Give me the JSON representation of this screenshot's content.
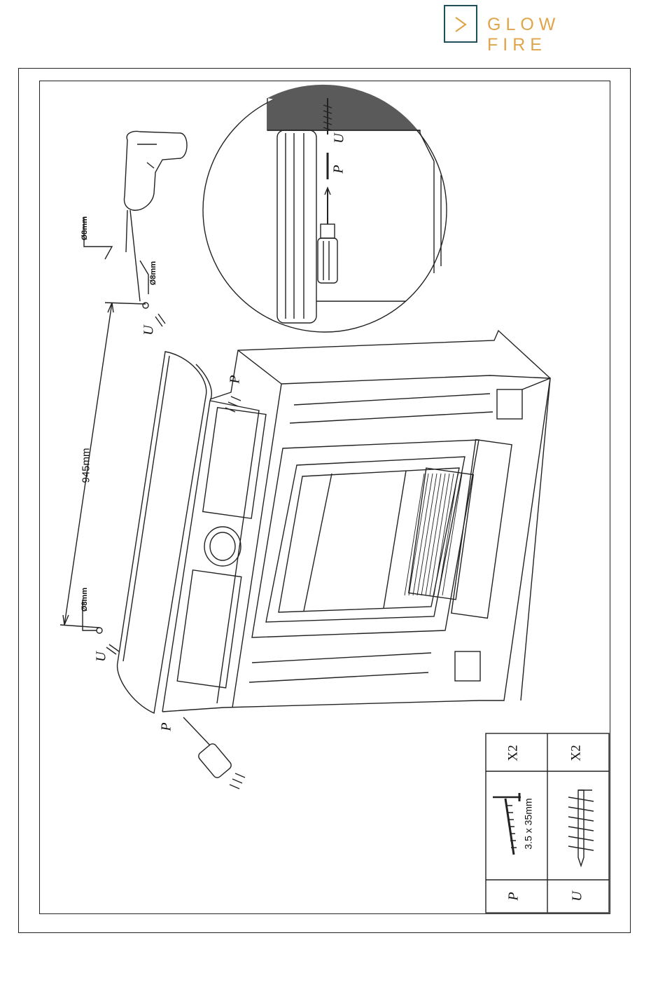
{
  "brand": {
    "name": "GLOW FIRE",
    "icon": "chevron-right-icon",
    "accent_color": "#e0a44a",
    "frame_color": "#1f4f5a"
  },
  "diagram": {
    "width_dimension": "945mm",
    "callout_labels": {
      "screw": "P",
      "plug": "U"
    },
    "drill_bit_label": "Ø8mm",
    "drill_bit_labels": [
      "Ø8mm",
      "Ø8mm",
      "Ø8mm"
    ]
  },
  "parts_table": {
    "rows": [
      {
        "letter": "P",
        "size": "3.5 x 35mm",
        "quantity": "X2",
        "icon": "screw-icon"
      },
      {
        "letter": "U",
        "size": "",
        "quantity": "X2",
        "icon": "wall-plug-icon"
      }
    ]
  }
}
